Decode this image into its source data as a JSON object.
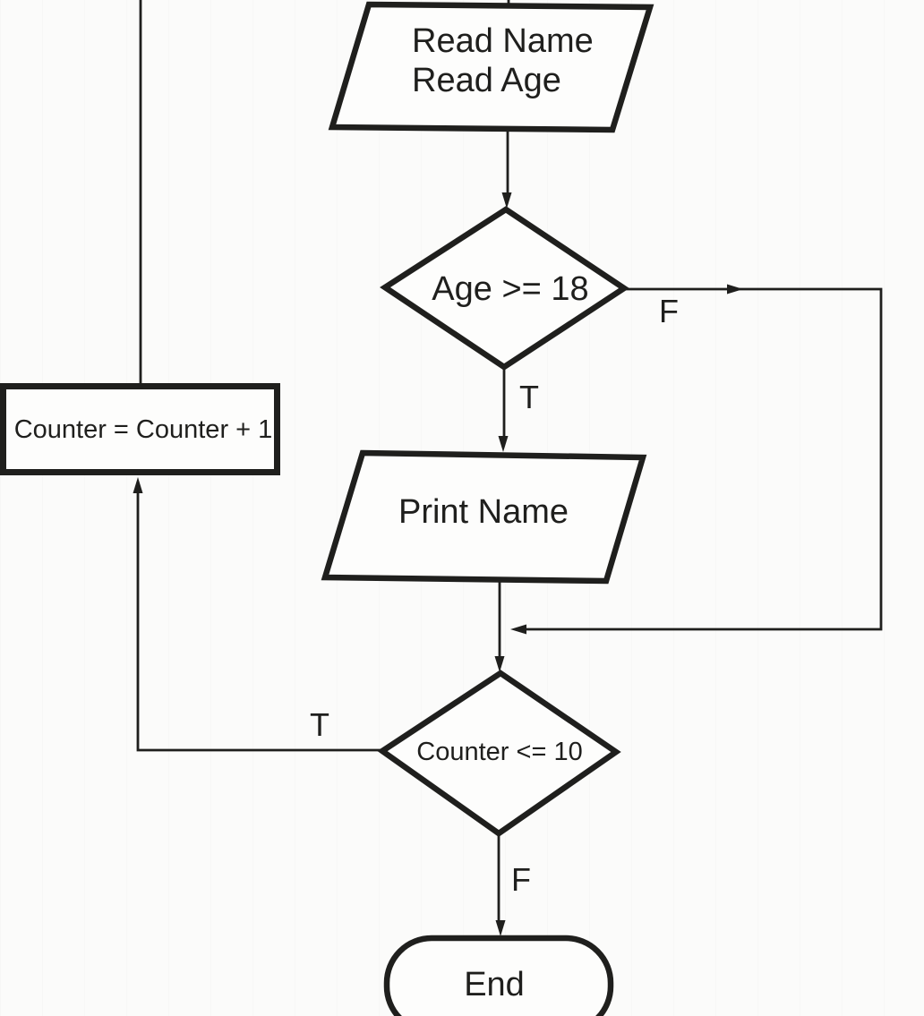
{
  "diagram_type": "flowchart",
  "colors": {
    "ink": "#1f1f1d",
    "paper": "#fbfbfa"
  },
  "nodes": {
    "read_input": {
      "shape": "parallelogram-io",
      "line1": "Read Name",
      "line2": "Read Age"
    },
    "age_check": {
      "shape": "decision-diamond",
      "label": "Age >= 18"
    },
    "print_name": {
      "shape": "parallelogram-io",
      "label": "Print Name"
    },
    "counter_check": {
      "shape": "decision-diamond",
      "label": "Counter <= 10"
    },
    "counter_increment": {
      "shape": "process-rectangle",
      "label": "Counter = Counter + 1"
    },
    "end": {
      "shape": "terminator",
      "label": "End"
    }
  },
  "edge_labels": {
    "age_false": "F",
    "age_true": "T",
    "counter_true": "T",
    "counter_false": "F"
  }
}
